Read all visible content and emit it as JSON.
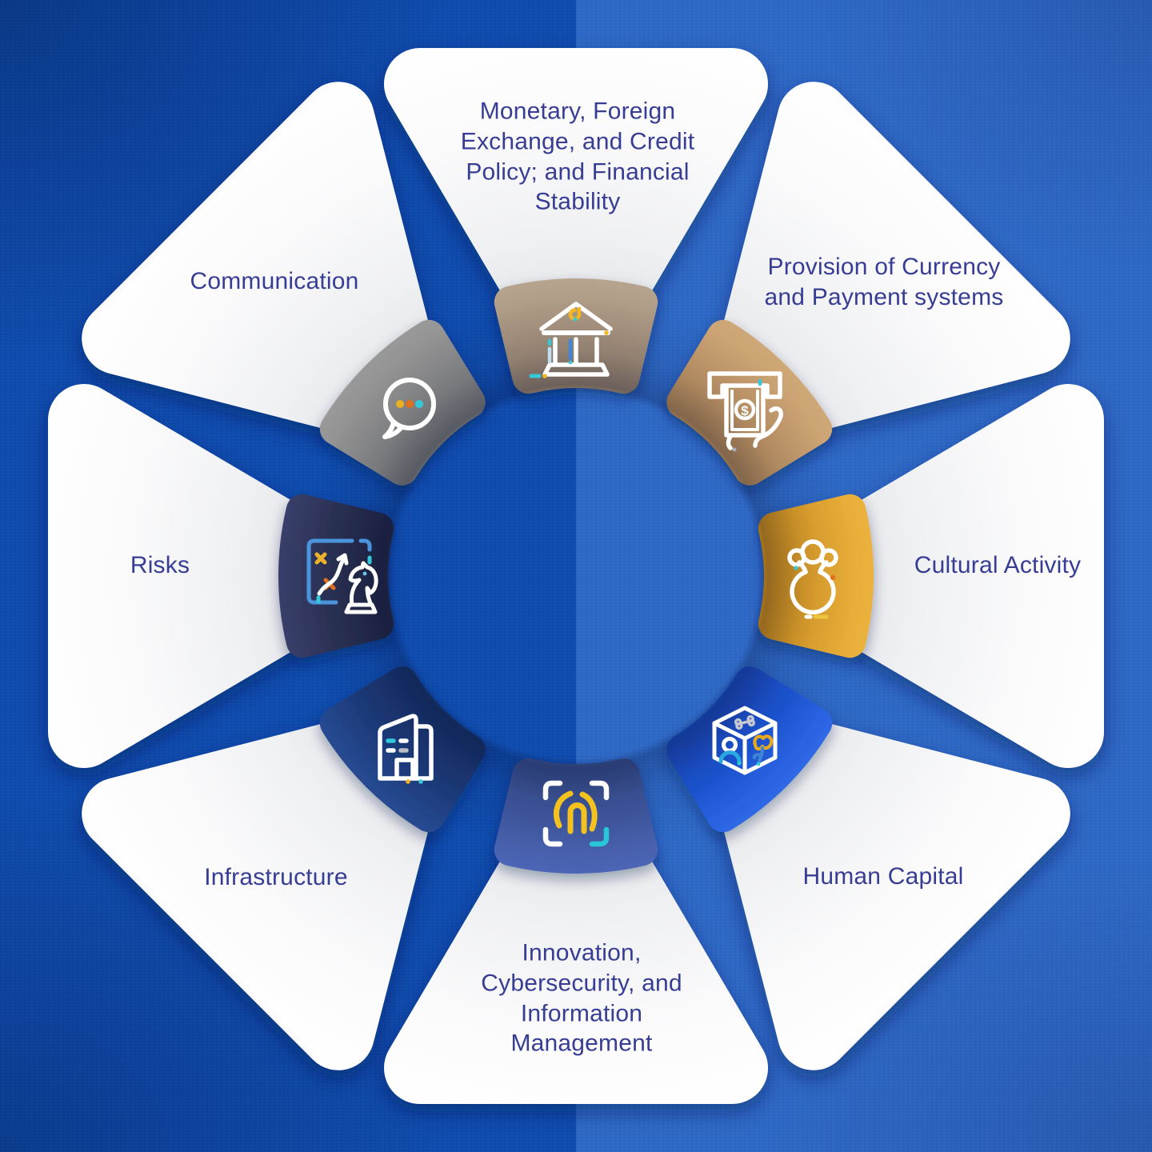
{
  "diagram": {
    "name": "central-bank-functions-wheel",
    "background": {
      "left_half": "#0f4cae",
      "right_half": "#2e69c7"
    },
    "text_color": "#383d94",
    "petal_color": "#ffffff",
    "palette": {
      "yellow": "#eeb021",
      "orange": "#e2701c",
      "cyan": "#35c8d8",
      "light_blue": "#4a94dd",
      "blue": "#3f86d8",
      "white": "#ffffff",
      "gray": "#b9bdc6"
    },
    "segments": [
      {
        "id": "monetary-policy",
        "label": "Monetary, Foreign Exchange, and Credit Policy; and Financial Stability",
        "icon": "bank-icon",
        "color": "#a6927d",
        "position": "top"
      },
      {
        "id": "currency-payments",
        "label": "Provision of Currency and Payment systems",
        "icon": "atm-cash-icon",
        "color": "#c3996a",
        "position": "top-right"
      },
      {
        "id": "cultural-activity",
        "label": "Cultural Activity",
        "icon": "flower-vase-icon",
        "color": "#e3a52f",
        "position": "right"
      },
      {
        "id": "human-capital",
        "label": "Human Capital",
        "icon": "people-cube-icon",
        "color": "#1e56d5",
        "position": "bottom-right"
      },
      {
        "id": "innovation",
        "label": "Innovation, Cybersecurity, and Information Management",
        "icon": "fingerprint-scan-icon",
        "color": "#40589f",
        "position": "bottom"
      },
      {
        "id": "infrastructure",
        "label": "Infrastructure",
        "icon": "building-icon",
        "color": "#1d3a78",
        "position": "bottom-left"
      },
      {
        "id": "risks",
        "label": "Risks",
        "icon": "strategy-chess-icon",
        "color": "#2b3153",
        "position": "left"
      },
      {
        "id": "communication",
        "label": "Communication",
        "icon": "speech-bubble-icon",
        "color": "#8a8a8a",
        "position": "top-left"
      }
    ]
  }
}
